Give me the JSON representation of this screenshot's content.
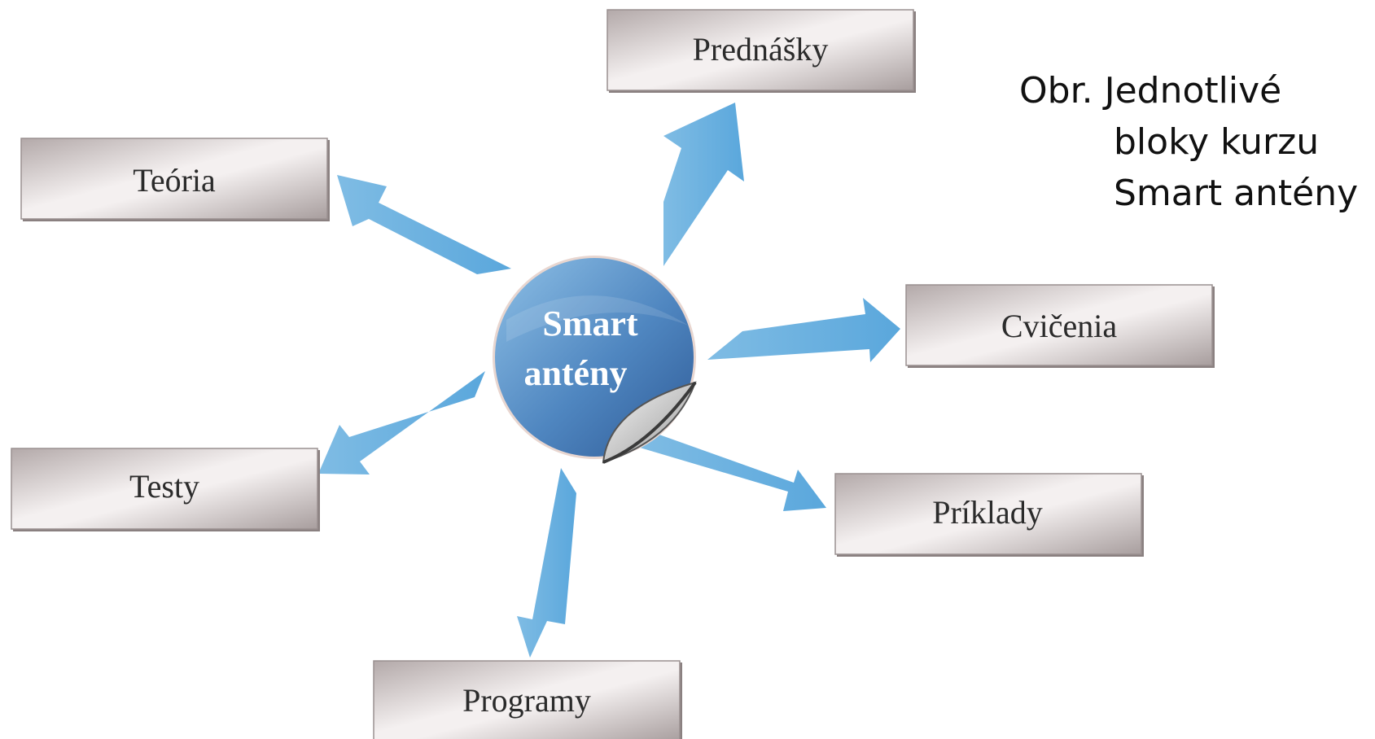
{
  "center": {
    "line1": "Smart",
    "line2": "antény"
  },
  "blocks": [
    {
      "id": "prednasky",
      "label": "Prednášky"
    },
    {
      "id": "teoria",
      "label": "Teória"
    },
    {
      "id": "cvicenia",
      "label": "Cvičenia"
    },
    {
      "id": "testy",
      "label": "Testy"
    },
    {
      "id": "priklady",
      "label": "Príklady"
    },
    {
      "id": "programy",
      "label": "Programy"
    }
  ],
  "caption": {
    "line1": "Obr. Jednotlivé",
    "line2": "bloky kurzu",
    "line3": "Smart antény"
  },
  "colors": {
    "arrow": "#6fb3de",
    "circle": "#4f86c0",
    "box_light": "#f1ecec",
    "box_dark": "#a79c9c"
  }
}
